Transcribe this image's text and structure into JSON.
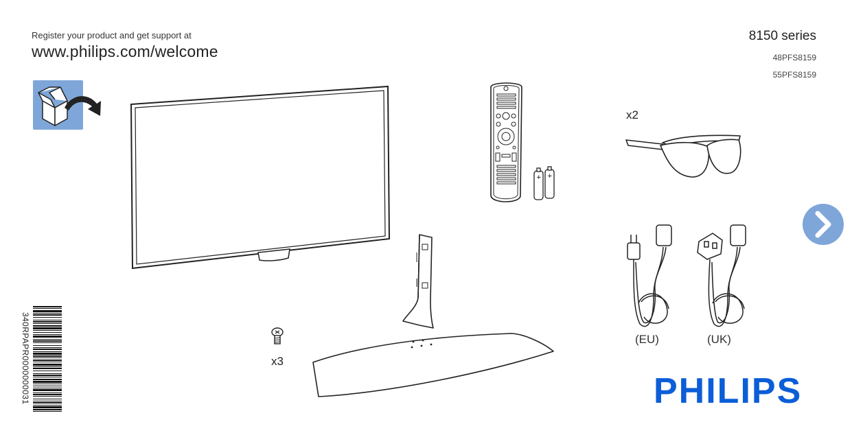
{
  "header": {
    "register_text": "Register your product and get support at",
    "url": "www.philips.com/welcome",
    "series": "8150 series",
    "models": [
      "48PFS8159",
      "55PFS8159"
    ]
  },
  "accessories": {
    "glasses_qty": "x2",
    "screws_qty": "x3",
    "plug_eu": "(EU)",
    "plug_uk": "(UK)"
  },
  "barcode": {
    "text": "340RPAPR0000000031"
  },
  "brand": {
    "logo_text": "PHILIPS",
    "color": "#0b5ed7"
  },
  "icons": {
    "unbox": "unbox-icon",
    "next": "chevron-right-icon"
  }
}
